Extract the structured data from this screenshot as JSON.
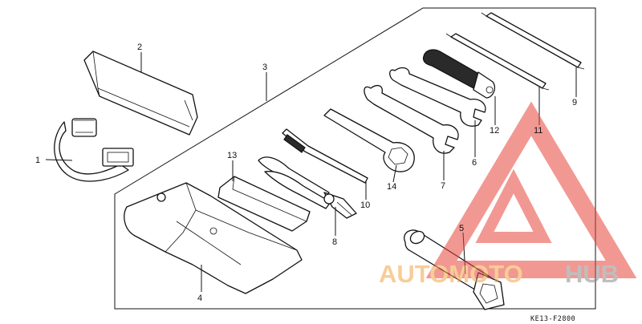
{
  "diagram": {
    "callouts": [
      "1",
      "2",
      "3",
      "4",
      "5",
      "6",
      "7",
      "8",
      "9",
      "10",
      "11",
      "12",
      "13",
      "14"
    ],
    "drawing_code": "KE13-F2800"
  },
  "watermark": {
    "text_auto": "AUTOMOTO",
    "text_hub": "HUB",
    "colors": {
      "triangle": "#e8453c",
      "auto": "#f2a541",
      "hub": "#8a8a8a"
    }
  }
}
